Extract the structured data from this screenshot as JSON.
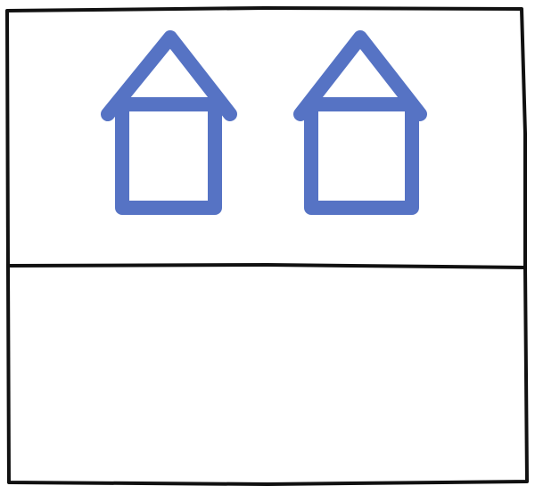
{
  "colors": {
    "frame": "#111111",
    "house": "#5673c4",
    "background": "#ffffff"
  },
  "panels": [
    {
      "name": "top-panel",
      "houses": [
        {
          "name": "house-left",
          "icon": "house-outline-icon"
        },
        {
          "name": "house-right",
          "icon": "house-outline-icon"
        }
      ]
    },
    {
      "name": "bottom-panel",
      "houses": []
    }
  ]
}
